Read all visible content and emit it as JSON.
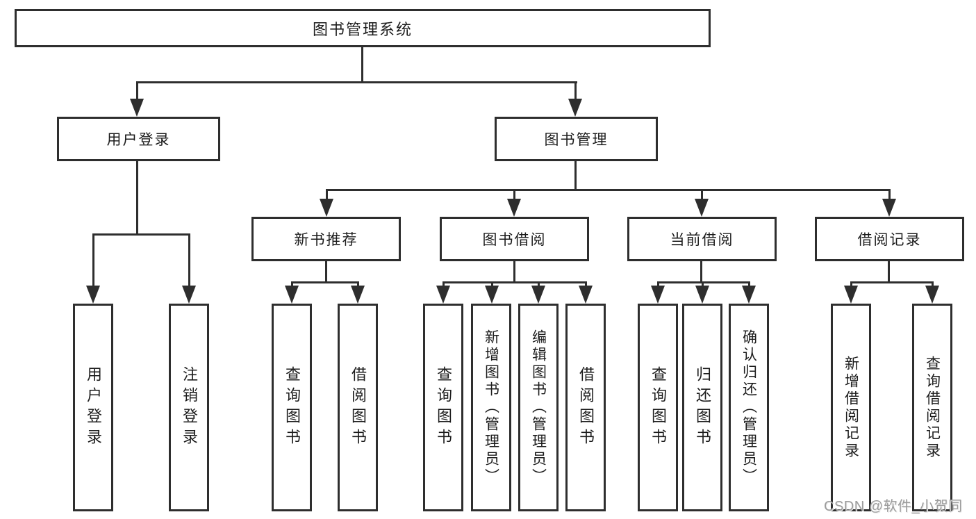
{
  "diagram_type": "hierarchy-tree",
  "tree": {
    "label": "图书管理系统",
    "children": [
      {
        "label": "用户登录",
        "children": [
          {
            "label": "用户登录"
          },
          {
            "label": "注销登录"
          }
        ]
      },
      {
        "label": "图书管理",
        "children": [
          {
            "label": "新书推荐",
            "children": [
              {
                "label": "查询图书"
              },
              {
                "label": "借阅图书"
              }
            ]
          },
          {
            "label": "图书借阅",
            "children": [
              {
                "label": "查询图书"
              },
              {
                "label": "新增图书（管理员）"
              },
              {
                "label": "编辑图书（管理员）"
              },
              {
                "label": "借阅图书"
              }
            ]
          },
          {
            "label": "当前借阅",
            "children": [
              {
                "label": "查询图书"
              },
              {
                "label": "归还图书"
              },
              {
                "label": "确认归还（管理员）"
              }
            ]
          },
          {
            "label": "借阅记录",
            "children": [
              {
                "label": "新增借阅记录"
              },
              {
                "label": "查询借阅记录"
              }
            ]
          }
        ]
      }
    ]
  },
  "watermark": {
    "text": "CSDN @软件_小贺同学"
  },
  "colors": {
    "line": "#2e2e2e",
    "box_border": "#2e2e2e",
    "text": "#1c1c1c",
    "watermark": "#9c9c9c",
    "background": "#ffffff"
  }
}
